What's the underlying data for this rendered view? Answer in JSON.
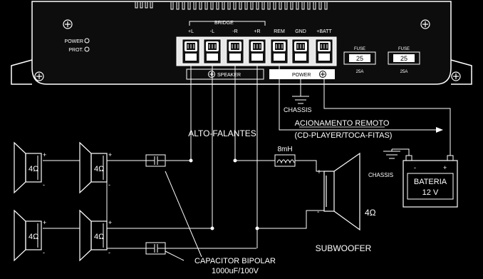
{
  "amplifier": {
    "indicators": [
      "POWER",
      "PROT."
    ],
    "bridge_label": "BRIDGE",
    "terminals": [
      "+L",
      "-L",
      "-R",
      "+R",
      "REM",
      "GND",
      "+BATT"
    ],
    "speaker_label": "SPEAKER",
    "power_label": "POWER",
    "fuses": [
      {
        "label": "FUSE",
        "value": "25",
        "rating": "25A"
      },
      {
        "label": "FUSE",
        "value": "25",
        "rating": "25A"
      }
    ]
  },
  "wiring": {
    "chassis_1": "CHASSIS",
    "chassis_2": "CHASSIS",
    "remote_line1": "ACIONAMENTO REMOTO",
    "remote_line2": "(CD-PLAYER/TOCA-FITAS)",
    "speakers_label": "ALTO-FALANTES",
    "inductor_label": "8mH",
    "battery_line1": "BATERIA",
    "battery_line2": "12 V",
    "capacitor_line1": "CAPACITOR BIPOLAR",
    "capacitor_line2": "1000uF/100V",
    "subwoofer_label": "SUBWOOFER",
    "impedance": "4Ω",
    "plus": "+",
    "minus": "-"
  },
  "colors": {
    "background": "#000000",
    "lines": "#ffffff",
    "panel": "#0d0d0d"
  }
}
